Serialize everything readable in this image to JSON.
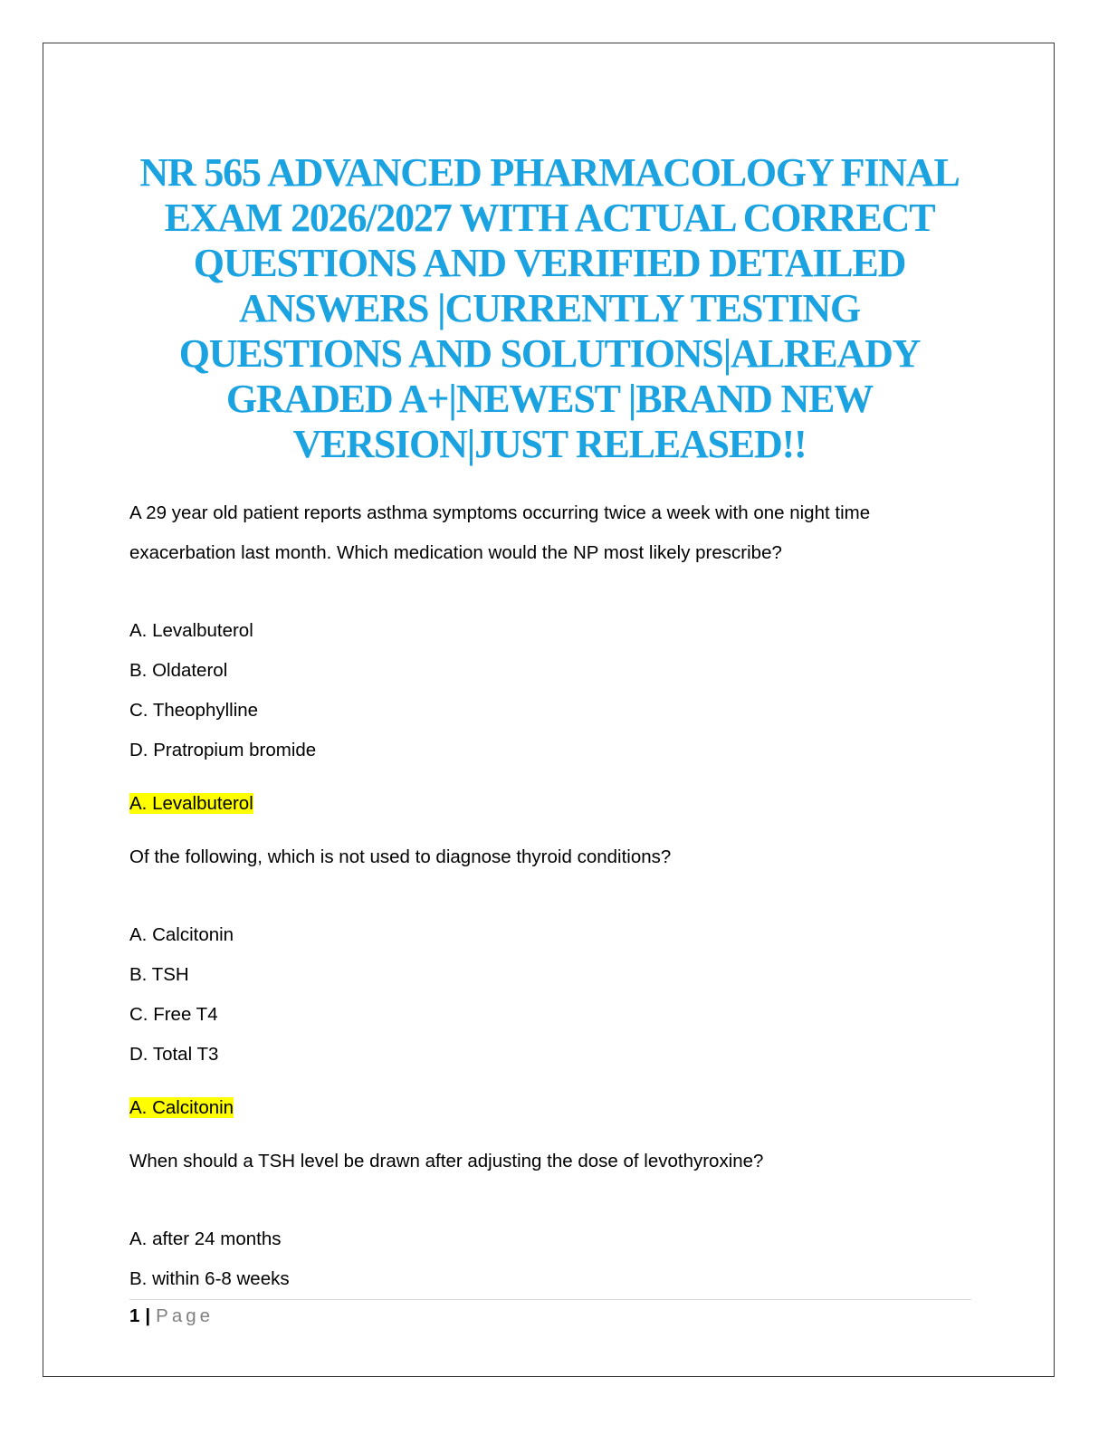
{
  "title_lines": [
    "NR 565 ADVANCED PHARMACOLOGY FINAL",
    "EXAM 2026/2027 WITH ACTUAL CORRECT",
    "QUESTIONS AND VERIFIED DETAILED",
    "ANSWERS |CURRENTLY TESTING",
    "QUESTIONS AND SOLUTIONS|ALREADY",
    "GRADED A+|NEWEST |BRAND NEW",
    "VERSION|JUST RELEASED!!"
  ],
  "questions": [
    {
      "lines": [
        "A 29 year old patient reports asthma symptoms occurring twice a week with one night time",
        "exacerbation last month. Which medication would the NP most likely prescribe?"
      ],
      "options": [
        "A. Levalbuterol",
        "B. Oldaterol",
        "C. Theophylline",
        "D. Pratropium bromide"
      ],
      "answer": "A. Levalbuterol"
    },
    {
      "lines": [
        "Of the following, which is not used to diagnose thyroid conditions?"
      ],
      "options": [
        "A. Calcitonin",
        "B. TSH",
        "C. Free T4",
        "D. Total T3"
      ],
      "answer": "A. Calcitonin"
    },
    {
      "lines": [
        "When should a TSH level be drawn after adjusting the dose of levothyroxine?"
      ],
      "options": [
        "A. after 24 months",
        "B. within 6-8 weeks"
      ]
    }
  ],
  "footer": {
    "page_number": "1",
    "separator": "|",
    "page_word": "Page"
  },
  "colors": {
    "title": "#1aa3e0",
    "highlight": "#ffff00"
  }
}
